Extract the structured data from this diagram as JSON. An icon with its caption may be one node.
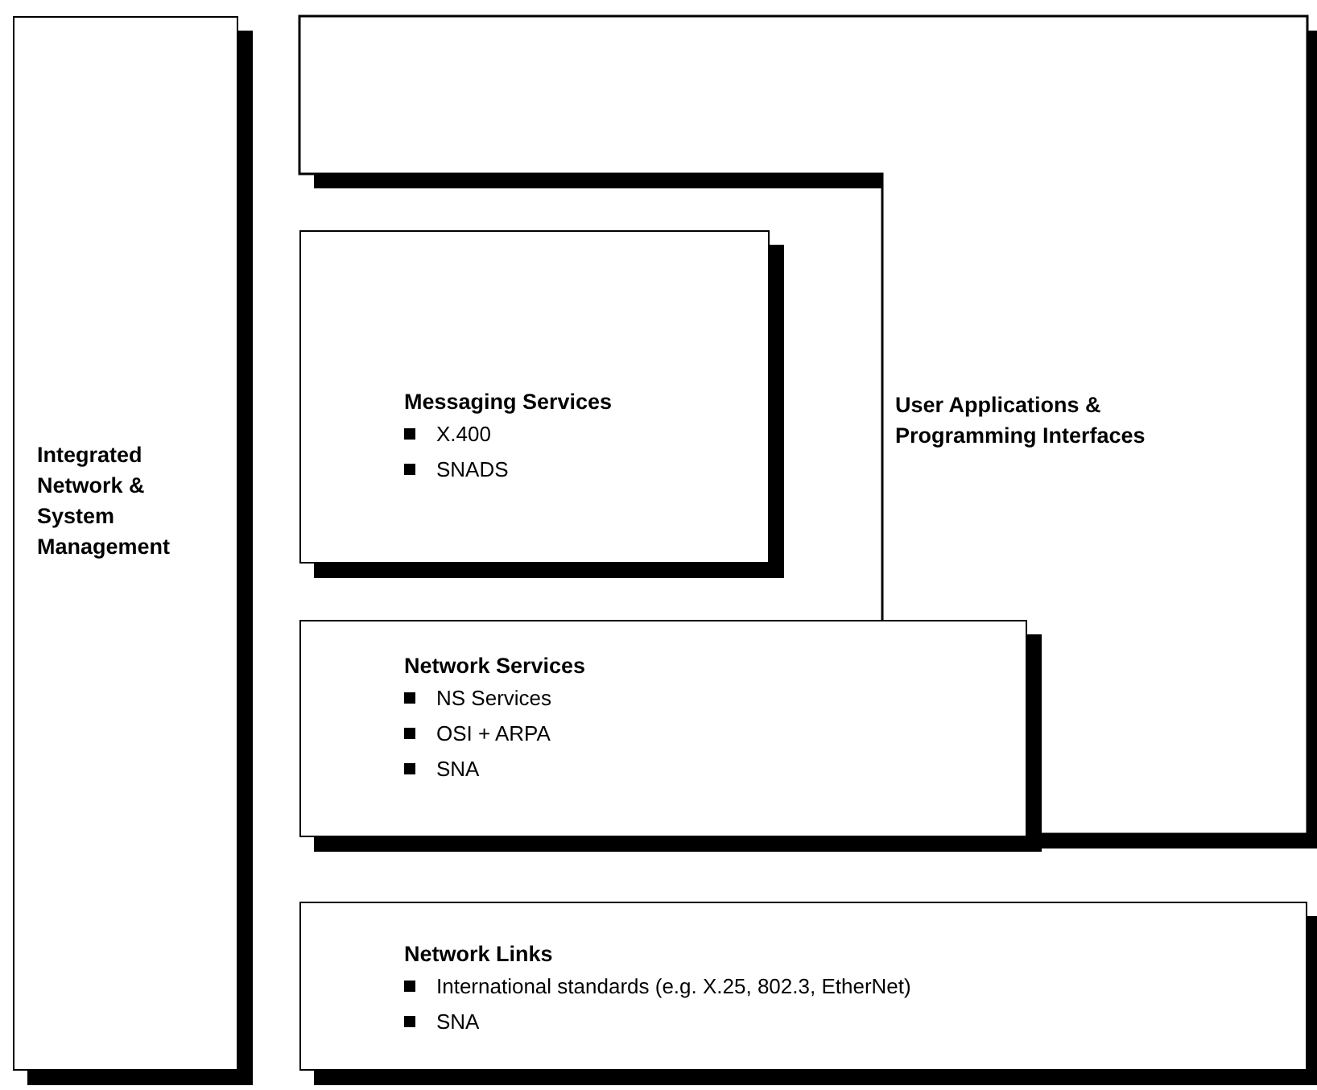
{
  "diagram": {
    "nodes": [
      {
        "text": [
          "Integrated Network & System Management"
        ]
      },
      {
        "text": [
          "User Applications & Programming Interfaces"
        ]
      },
      {
        "text": [
          "Messaging Services",
          "X.400",
          "SNADS"
        ]
      },
      {
        "text": [
          "Network Services",
          "NS Services",
          "OSI + ARPA",
          "SNA"
        ]
      },
      {
        "text": [
          "Network Links",
          "International standards (e.g. X.25, 802.3, EtherNet)",
          "SNA"
        ]
      }
    ]
  }
}
